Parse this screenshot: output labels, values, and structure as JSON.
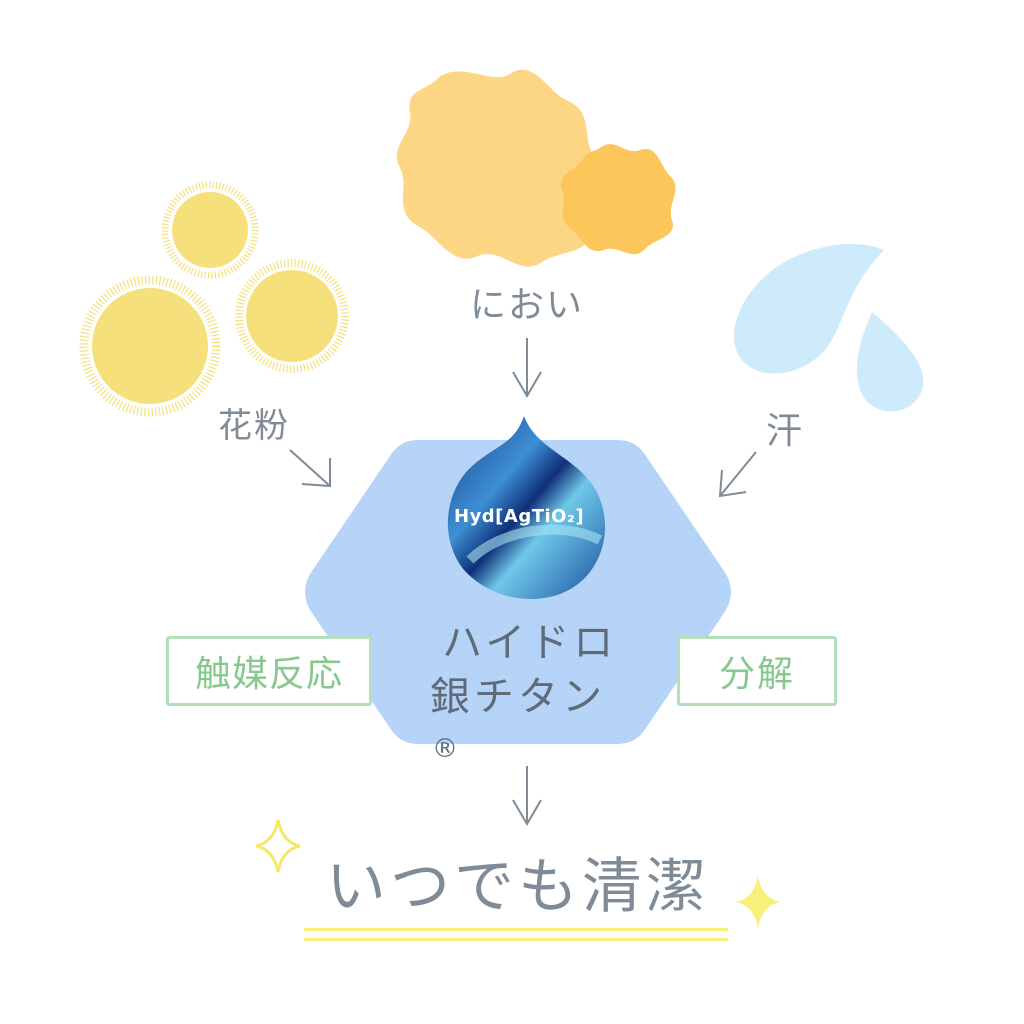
{
  "labels": {
    "pollen": "花粉",
    "odor": "におい",
    "sweat": "汗"
  },
  "process": {
    "left": "触媒反応",
    "right": "分解"
  },
  "product": {
    "drop_label": "Hyd[AgTiO₂]",
    "name_line1": "ハイドロ",
    "name_line2": "銀チタン",
    "registered_mark": "®"
  },
  "result": "いつでも清潔",
  "colors": {
    "pollen": "#f6e07c",
    "odor_light": "#fdd685",
    "odor_dark": "#fcc65a",
    "sweat": "#cdebfa",
    "hexagon": "#b6d4f7",
    "arrow": "#7f8b97",
    "green_border": "#b2e0b8",
    "green_text": "#86c98e",
    "sparkle": "#f7f07a",
    "underline": "#f7f07a"
  }
}
